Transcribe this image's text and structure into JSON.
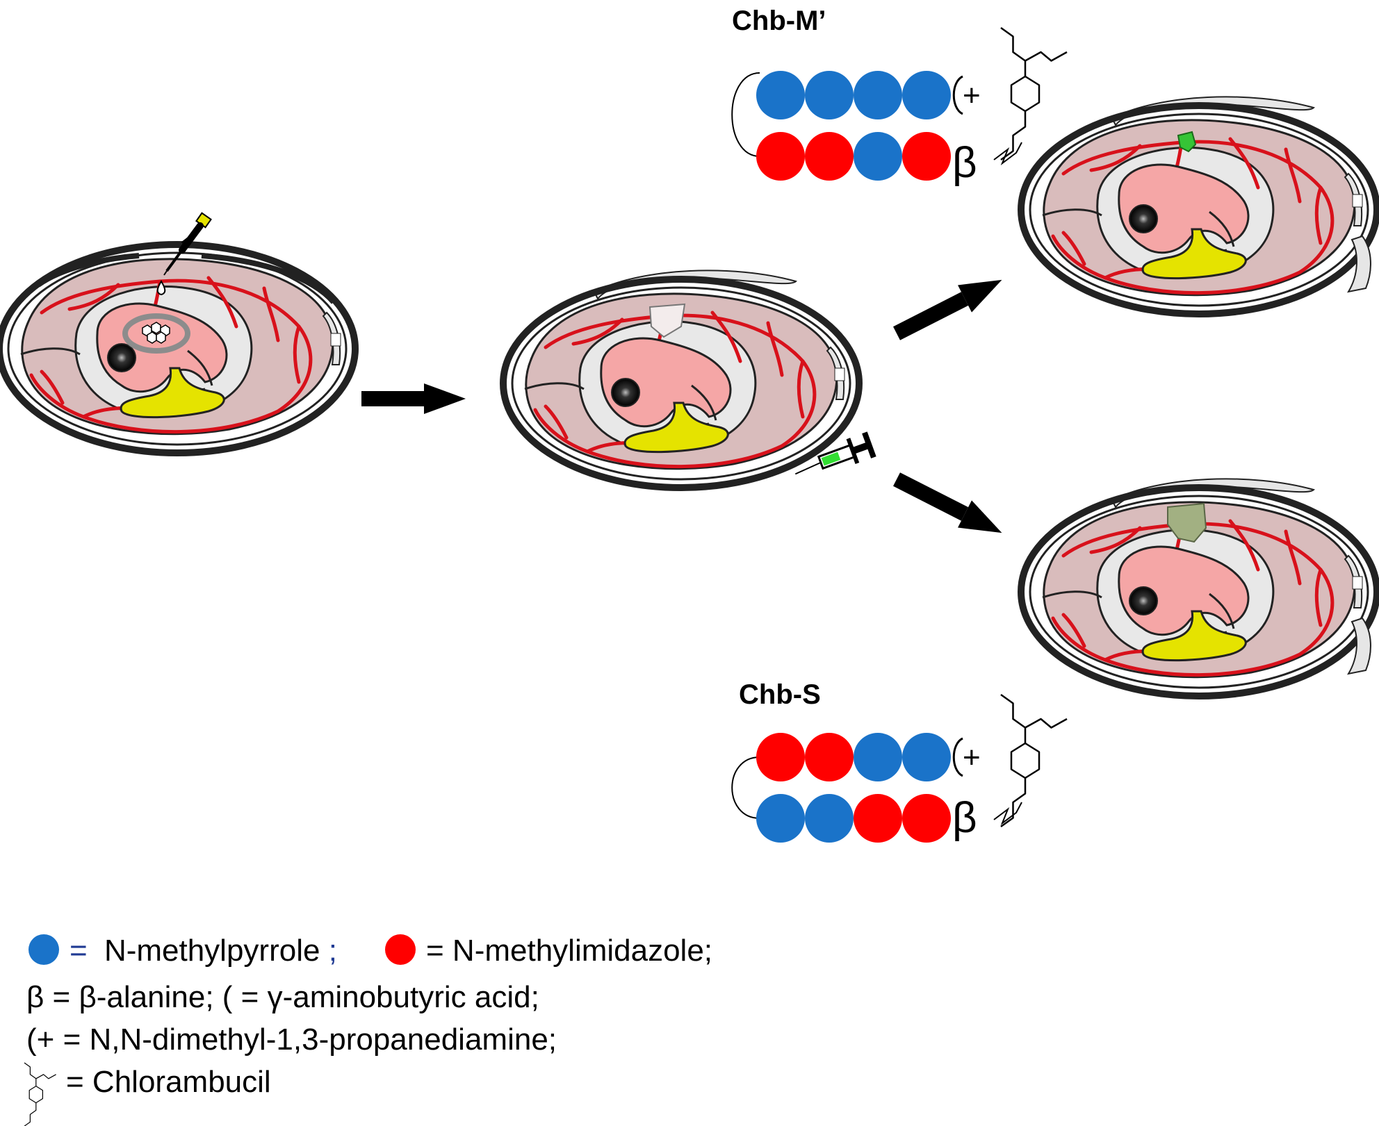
{
  "compounds": {
    "top": {
      "title": "Chb-M’",
      "upper_row": [
        "blue",
        "blue",
        "blue",
        "blue"
      ],
      "lower_row": [
        "red",
        "red",
        "blue",
        "red"
      ],
      "plus_symbol": "+",
      "beta_symbol": "β"
    },
    "bottom": {
      "title": "Chb-S",
      "upper_row": [
        "red",
        "red",
        "blue",
        "blue"
      ],
      "lower_row": [
        "blue",
        "blue",
        "red",
        "red"
      ],
      "plus_symbol": "+",
      "beta_symbol": "β"
    }
  },
  "legend": {
    "line1": {
      "pyrrole_eq": "=",
      "pyrrole_label": "N-methylpyrrole",
      "pyrrole_sep": ";",
      "imidazole_label": "= N-methylimidazole;"
    },
    "line2": "β = β-alanine;  ( = γ-aminobutyric acid;",
    "line3": "(+ = N,N-dimethyl-1,3-propanediamine;",
    "line4": "= Chlorambucil"
  },
  "colors": {
    "pyrrole_blue": "#1a73c9",
    "imidazole_red": "#ff0000",
    "legend_eq_blue": "#1f3a93",
    "albumen": "#d9bcbc",
    "vessel": "#d8111b",
    "embryo": "#f5a6a6",
    "yolk": "#e5e300",
    "shell_gray": "#e6e6e6",
    "arrow": "#000000",
    "tumor_green": "#36c436",
    "tumor_olive": "#a2b082",
    "gelatin_ring": "#8c8c8c",
    "syringe_green": "#33dd33"
  }
}
